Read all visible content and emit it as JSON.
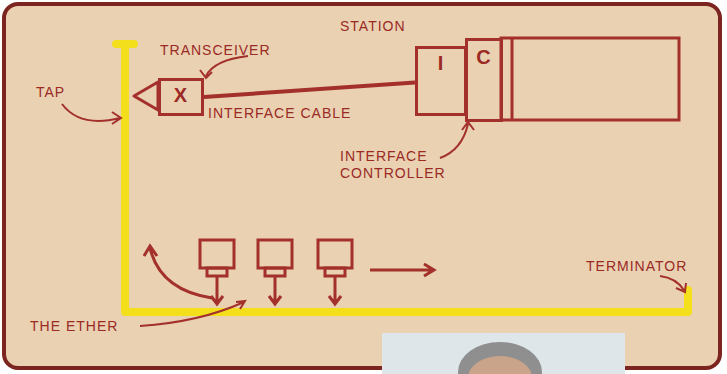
{
  "diagram": {
    "nodes": [
      {
        "text": [
          "X"
        ]
      },
      {
        "text": [
          "I"
        ]
      },
      {
        "text": [
          "C"
        ]
      }
    ],
    "edges": [
      {
        "from": 0,
        "to": 1,
        "arrow": "none",
        "label": "INTERFACE CABLE"
      }
    ],
    "labels": [
      "STATION",
      "TRANSCEIVER",
      "TAP",
      "INTERFACE CONTROLLER",
      "TERMINATOR",
      "THE ETHER"
    ]
  }
}
